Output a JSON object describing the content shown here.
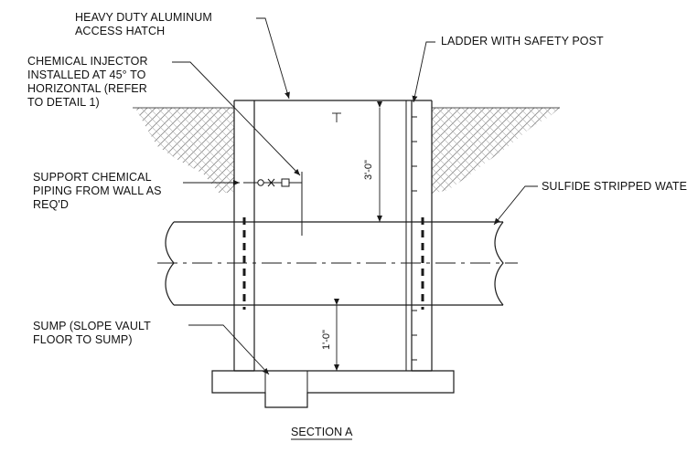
{
  "colors": {
    "line": "#1a1a1a",
    "soil_hatch": "#777777",
    "background": "#ffffff"
  },
  "labels": {
    "hatch": [
      "HEAVY DUTY ALUMINUM",
      "ACCESS HATCH"
    ],
    "ladder": [
      "LADDER WITH SAFETY POST"
    ],
    "injector": [
      "CHEMICAL INJECTOR",
      "INSTALLED AT 45° TO",
      "HORIZONTAL (REFER",
      "TO DETAIL 1)"
    ],
    "support": [
      "SUPPORT CHEMICAL",
      "PIPING FROM WALL AS",
      "REQ'D"
    ],
    "water": [
      "SULFIDE STRIPPED WATER"
    ],
    "sump": [
      "SUMP  (SLOPE VAULT",
      "FLOOR TO SUMP)"
    ]
  },
  "dimensions": {
    "depth_top": "3'-0\"",
    "depth_bottom": "1'-0\""
  },
  "title": "SECTION A"
}
